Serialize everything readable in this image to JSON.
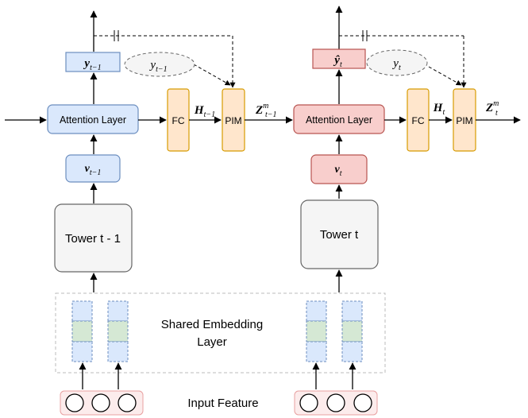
{
  "colors": {
    "blue_fill": "#dae8fc",
    "blue_stroke": "#6c8ebf",
    "red_fill": "#f8cecc",
    "red_stroke": "#b85450",
    "orange_fill": "#ffe6cc",
    "orange_stroke": "#d79b00",
    "gray_fill": "#f5f5f5",
    "gray_stroke": "#666666",
    "green_fill": "#d5e8d4",
    "pink_fill": "#fcecec"
  },
  "left": {
    "attention_label": "Attention Layer",
    "fc_label": "FC",
    "pim_label": "PIM",
    "tower_label": "Tower t - 1",
    "v_label": {
      "main": "v",
      "sub": "t−1"
    },
    "yhat_label": {
      "main": "y",
      "sub": "t−1"
    },
    "y_label": {
      "main": "y",
      "sub": "t−1"
    },
    "h_label": {
      "main": "H",
      "sub": "t−1"
    },
    "z_label": {
      "main": "Z",
      "sup": "m",
      "sub": "t−1"
    }
  },
  "right": {
    "attention_label": "Attention Layer",
    "fc_label": "FC",
    "pim_label": "PIM",
    "tower_label": "Tower t",
    "v_label": {
      "main": "v",
      "sub": "t"
    },
    "yhat_label": {
      "main": "ŷ",
      "sub": "t"
    },
    "y_label": {
      "main": "y",
      "sub": "t"
    },
    "h_label": {
      "main": "H",
      "sub": "t"
    },
    "z_label": {
      "main": "Z",
      "sup": "m",
      "sub": "t"
    }
  },
  "shared_embedding": {
    "line1": "Shared Embedding",
    "line2": "Layer"
  },
  "input_feature": {
    "label": "Input Feature"
  }
}
